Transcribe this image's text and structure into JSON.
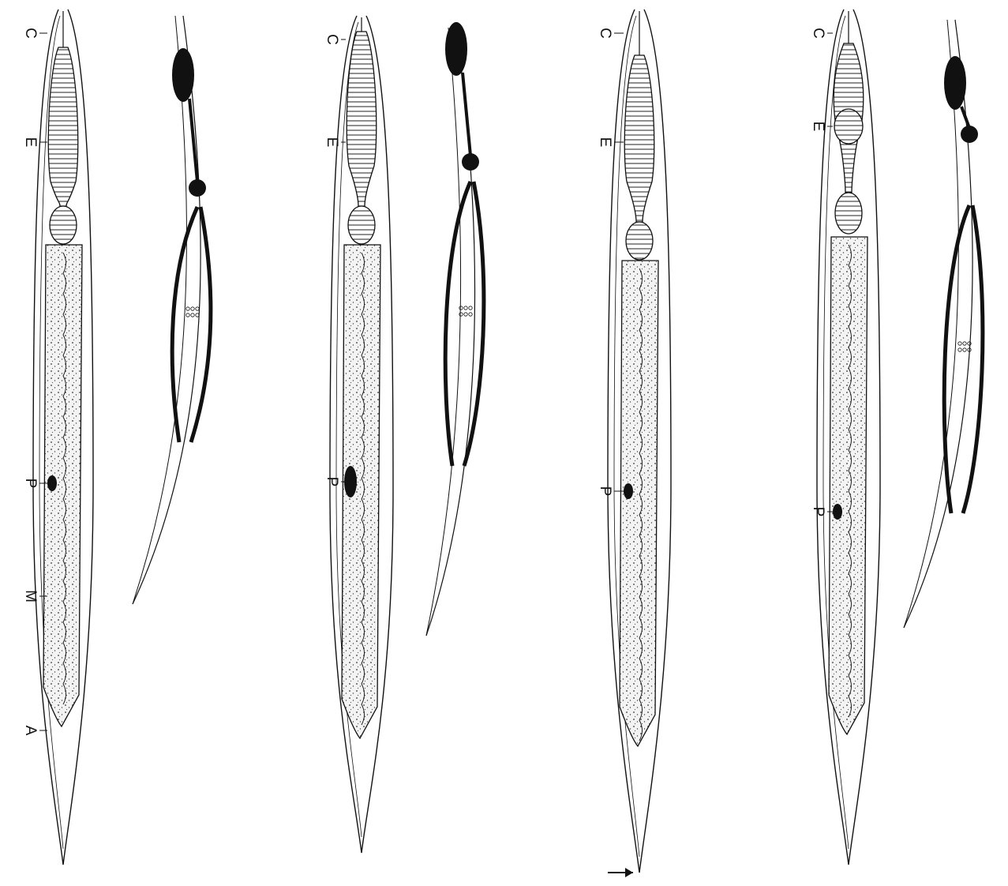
{
  "figure": {
    "specimens": [
      {
        "id": "specimen-1",
        "labels": {
          "C": "C",
          "E": "E",
          "P": "P",
          "M": "M",
          "A": "A"
        },
        "arrow": false
      },
      {
        "id": "specimen-2",
        "labels": {
          "C": "C",
          "E": "E",
          "P": "P"
        },
        "arrow": false
      },
      {
        "id": "specimen-3",
        "labels": {
          "C": "C",
          "E": "E",
          "P": "P"
        },
        "arrow": true
      },
      {
        "id": "specimen-4",
        "labels": {
          "C": "C",
          "E": "E",
          "P": "P"
        },
        "arrow": false
      }
    ],
    "colors": {
      "ink": "#111111",
      "paper": "#ffffff",
      "stipple": "#f3f3f3"
    }
  }
}
